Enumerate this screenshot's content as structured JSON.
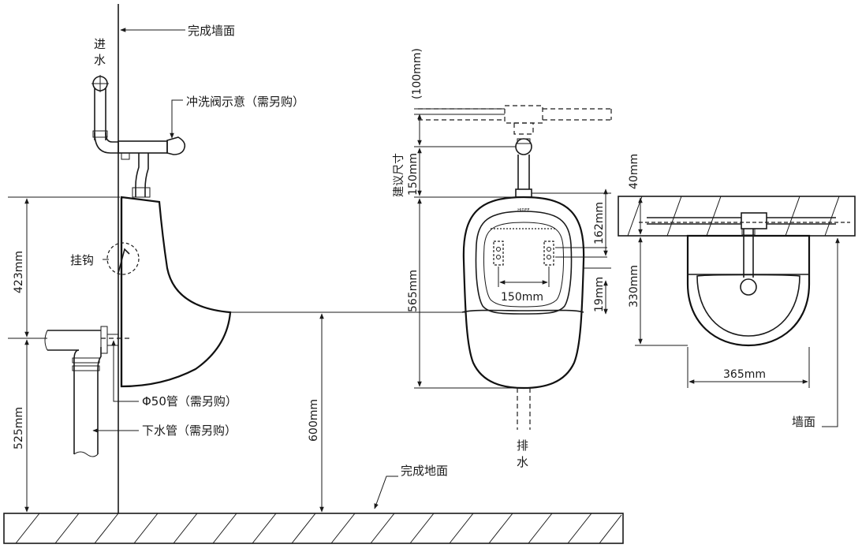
{
  "labels": {
    "finished_wall": "完成墙面",
    "water_inlet_1": "进",
    "water_inlet_2": "水",
    "flush_valve": "冲洗阀示意（需另购）",
    "hook": "挂钩",
    "pipe_50": "Φ50管（需另购）",
    "drain_pipe": "下水管（需另购）",
    "finished_floor": "完成地面",
    "drain_1": "排",
    "drain_2": "水",
    "wall": "墙面",
    "suggested_size": "建议尺寸",
    "brand": "HIDEE"
  },
  "dimensions": {
    "d423": "423mm",
    "d525": "525mm",
    "d600": "600mm",
    "d565": "565mm",
    "d100": "(100mm)",
    "d150v": "150mm",
    "d162": "162mm",
    "d19": "19mm",
    "d150h": "150mm",
    "d40": "40mm",
    "d330": "330mm",
    "d365": "365mm"
  }
}
